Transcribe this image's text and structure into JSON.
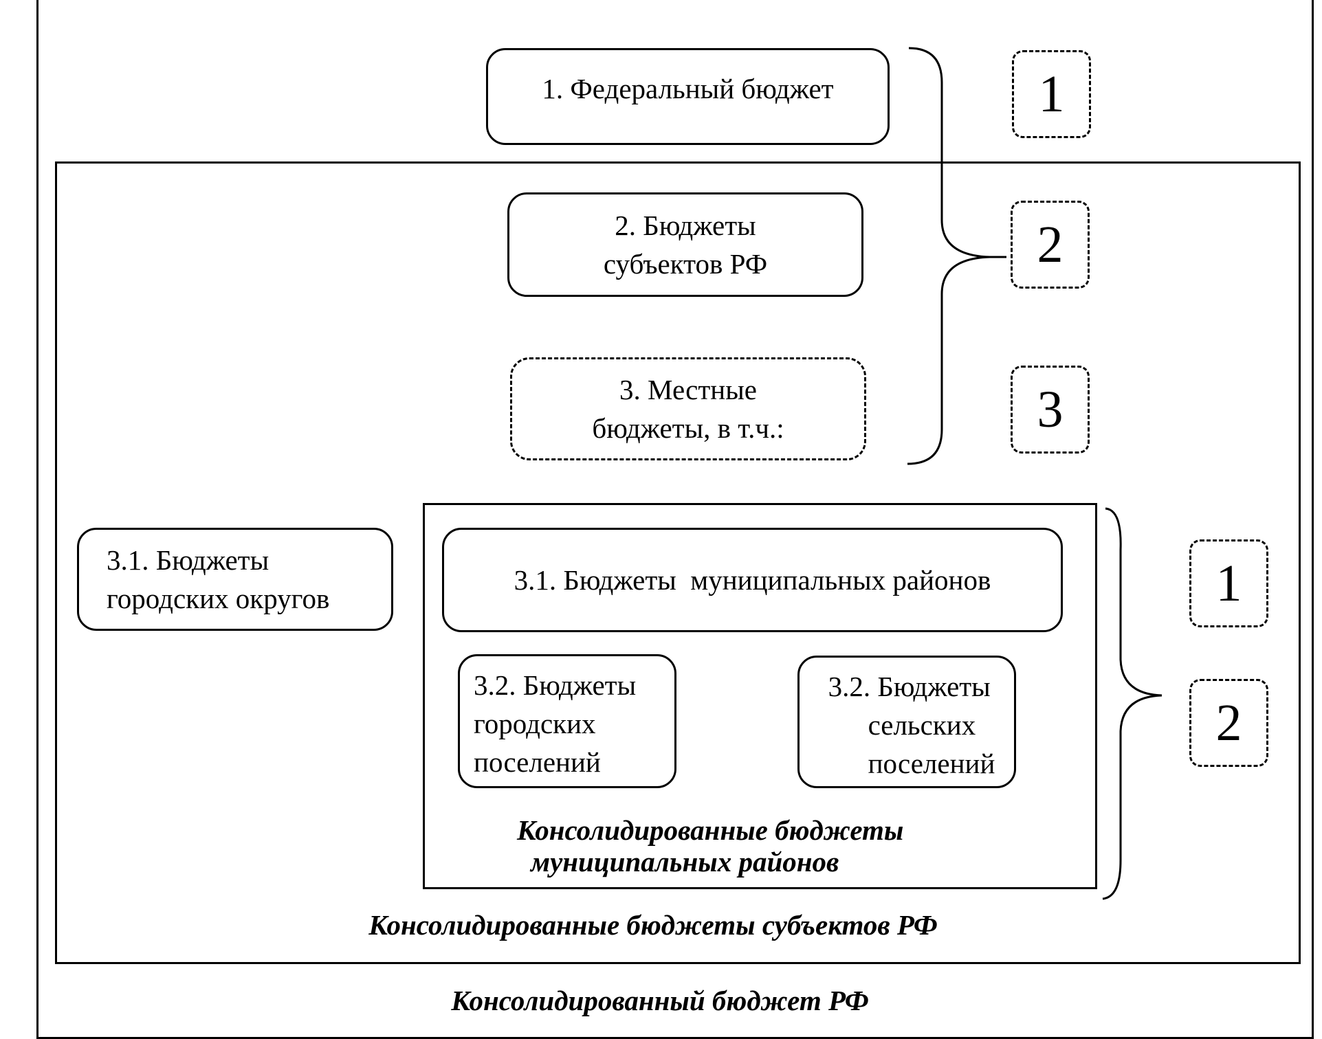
{
  "boxes": {
    "federal": "1. Федеральный бюджет",
    "subjects_line1": "2. Бюджеты",
    "subjects_line2": "субъектов РФ",
    "local_line1": "3. Местные",
    "local_line2": "бюджеты, в т.ч.:",
    "city_districts_line1": "3.1. Бюджеты",
    "city_districts_line2": "городских округов",
    "municipal_districts": "3.1. Бюджеты  муниципальных районов",
    "urban_settlements_line1": "3.2. Бюджеты",
    "urban_settlements_line2": "городских",
    "urban_settlements_line3": "поселений",
    "rural_settlements_line1": "3.2. Бюджеты",
    "rural_settlements_line2": "сельских",
    "rural_settlements_line3": "поселений"
  },
  "levels": {
    "level1": "1",
    "level2": "2",
    "level3": "3",
    "sub_level1": "1",
    "sub_level2": "2"
  },
  "captions": {
    "consolidated_municipal_line1": "Консолидированные бюджеты",
    "consolidated_municipal_line2": "муниципальных районов",
    "consolidated_subjects": "Консолидированные бюджеты субъектов РФ",
    "consolidated_rf": "Консолидированный бюджет РФ"
  }
}
